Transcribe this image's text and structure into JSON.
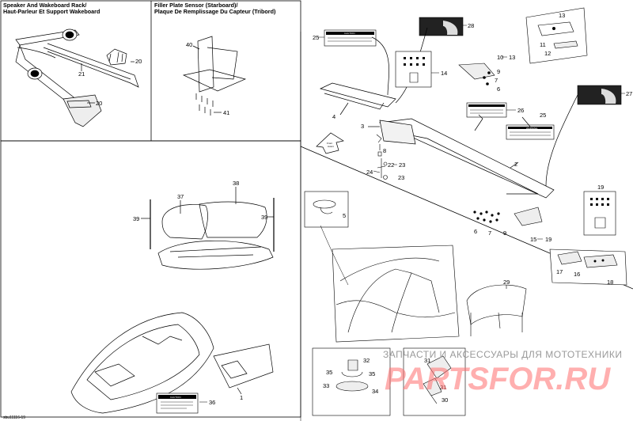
{
  "panels": {
    "speaker_rack": {
      "title_line1": "Speaker And Wakeboard Rack/",
      "title_line2": "Haut-Parleur Et Support Wakeboard"
    },
    "filler_plate": {
      "title_line1": "Filler Plate Sensor (Starboard)/",
      "title_line2": "Plaque De Remplissage Du Capteur (Tribord)"
    }
  },
  "callouts": {
    "c1": "1",
    "c2": "2",
    "c3": "3",
    "c4": "4",
    "c5": "5",
    "c6a": "6",
    "c6b": "6",
    "c7a": "7",
    "c7b": "7",
    "c8": "8",
    "c9a": "9",
    "c9b": "9",
    "c10": "10",
    "c13a": "13",
    "c13b": "13",
    "c11": "11",
    "c12": "12",
    "c14": "14",
    "c15": "15",
    "c19a": "19",
    "c19b": "19",
    "c16": "16",
    "c17": "17",
    "c18": "18",
    "c20a": "20",
    "c20b": "20",
    "c21": "21",
    "c22": "22",
    "c23a": "23",
    "c23b": "23",
    "c24": "24",
    "c25a": "25",
    "c25b": "25",
    "c26": "26",
    "c27": "27",
    "c28": "28",
    "c29": "29",
    "c30": "30",
    "c31a": "31",
    "c31b": "31",
    "c32": "32",
    "c33": "33",
    "c34": "34",
    "c35a": "35",
    "c35b": "35",
    "c36": "36",
    "c37": "37",
    "c38": "38",
    "c39a": "39",
    "c39b": "39",
    "c40": "40",
    "c41": "41"
  },
  "sticker_text": {
    "caution": "CAUTION",
    "warning": "WARNING",
    "front": "Front",
    "avant": "Avant"
  },
  "drawing_code": "sbu11116-19",
  "watermark": {
    "line1": "ЗАПЧАСТИ И АКСЕССУАРЫ ДЛЯ МОТОТЕХНИКИ",
    "line2": "PARTSFOR.RU"
  }
}
